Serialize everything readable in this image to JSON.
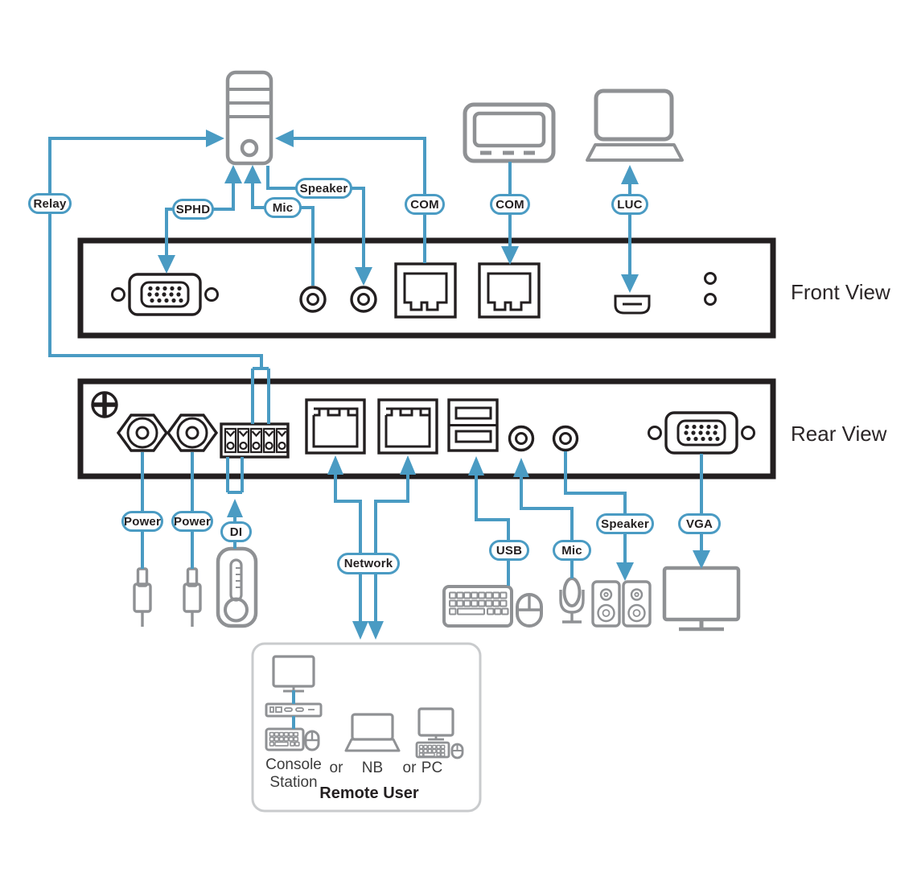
{
  "diagram_type": "hardware-connection-diagram",
  "colors": {
    "line_blue": "#4A9BC3",
    "panel_black": "#231F20",
    "device_gray": "#8F9194",
    "box_border_gray": "#C9CBCD",
    "text_dark": "#231F20"
  },
  "pills": {
    "relay": "Relay",
    "sphd": "SPHD",
    "mic_front": "Mic",
    "speaker_front": "Speaker",
    "com_1": "COM",
    "com_2": "COM",
    "luc": "LUC",
    "power_1": "Power",
    "power_2": "Power",
    "di": "DI",
    "network": "Network",
    "usb": "USB",
    "mic_rear": "Mic",
    "speaker_rear": "Speaker",
    "vga": "VGA"
  },
  "views": {
    "front": "Front View",
    "rear": "Rear View"
  },
  "remote_user": {
    "console_station": "Console Station",
    "or_1": "or",
    "nb": "NB",
    "or_2": "or",
    "pc": "PC",
    "title": "Remote User"
  },
  "icons": [
    "server-tower-icon",
    "serial-panel-icon",
    "laptop-icon",
    "vga-connector-icon",
    "audio-jack-icon",
    "rj45-port-icon",
    "hdmi-port-icon",
    "led-icon",
    "screw-icon",
    "power-connector-icon",
    "terminal-block-icon",
    "usb-ports-icon",
    "power-plug-icon",
    "thermometer-icon",
    "keyboard-icon",
    "mouse-icon",
    "microphone-icon",
    "speakers-icon",
    "monitor-icon",
    "console-station-icon",
    "notebook-icon",
    "pc-icon"
  ]
}
